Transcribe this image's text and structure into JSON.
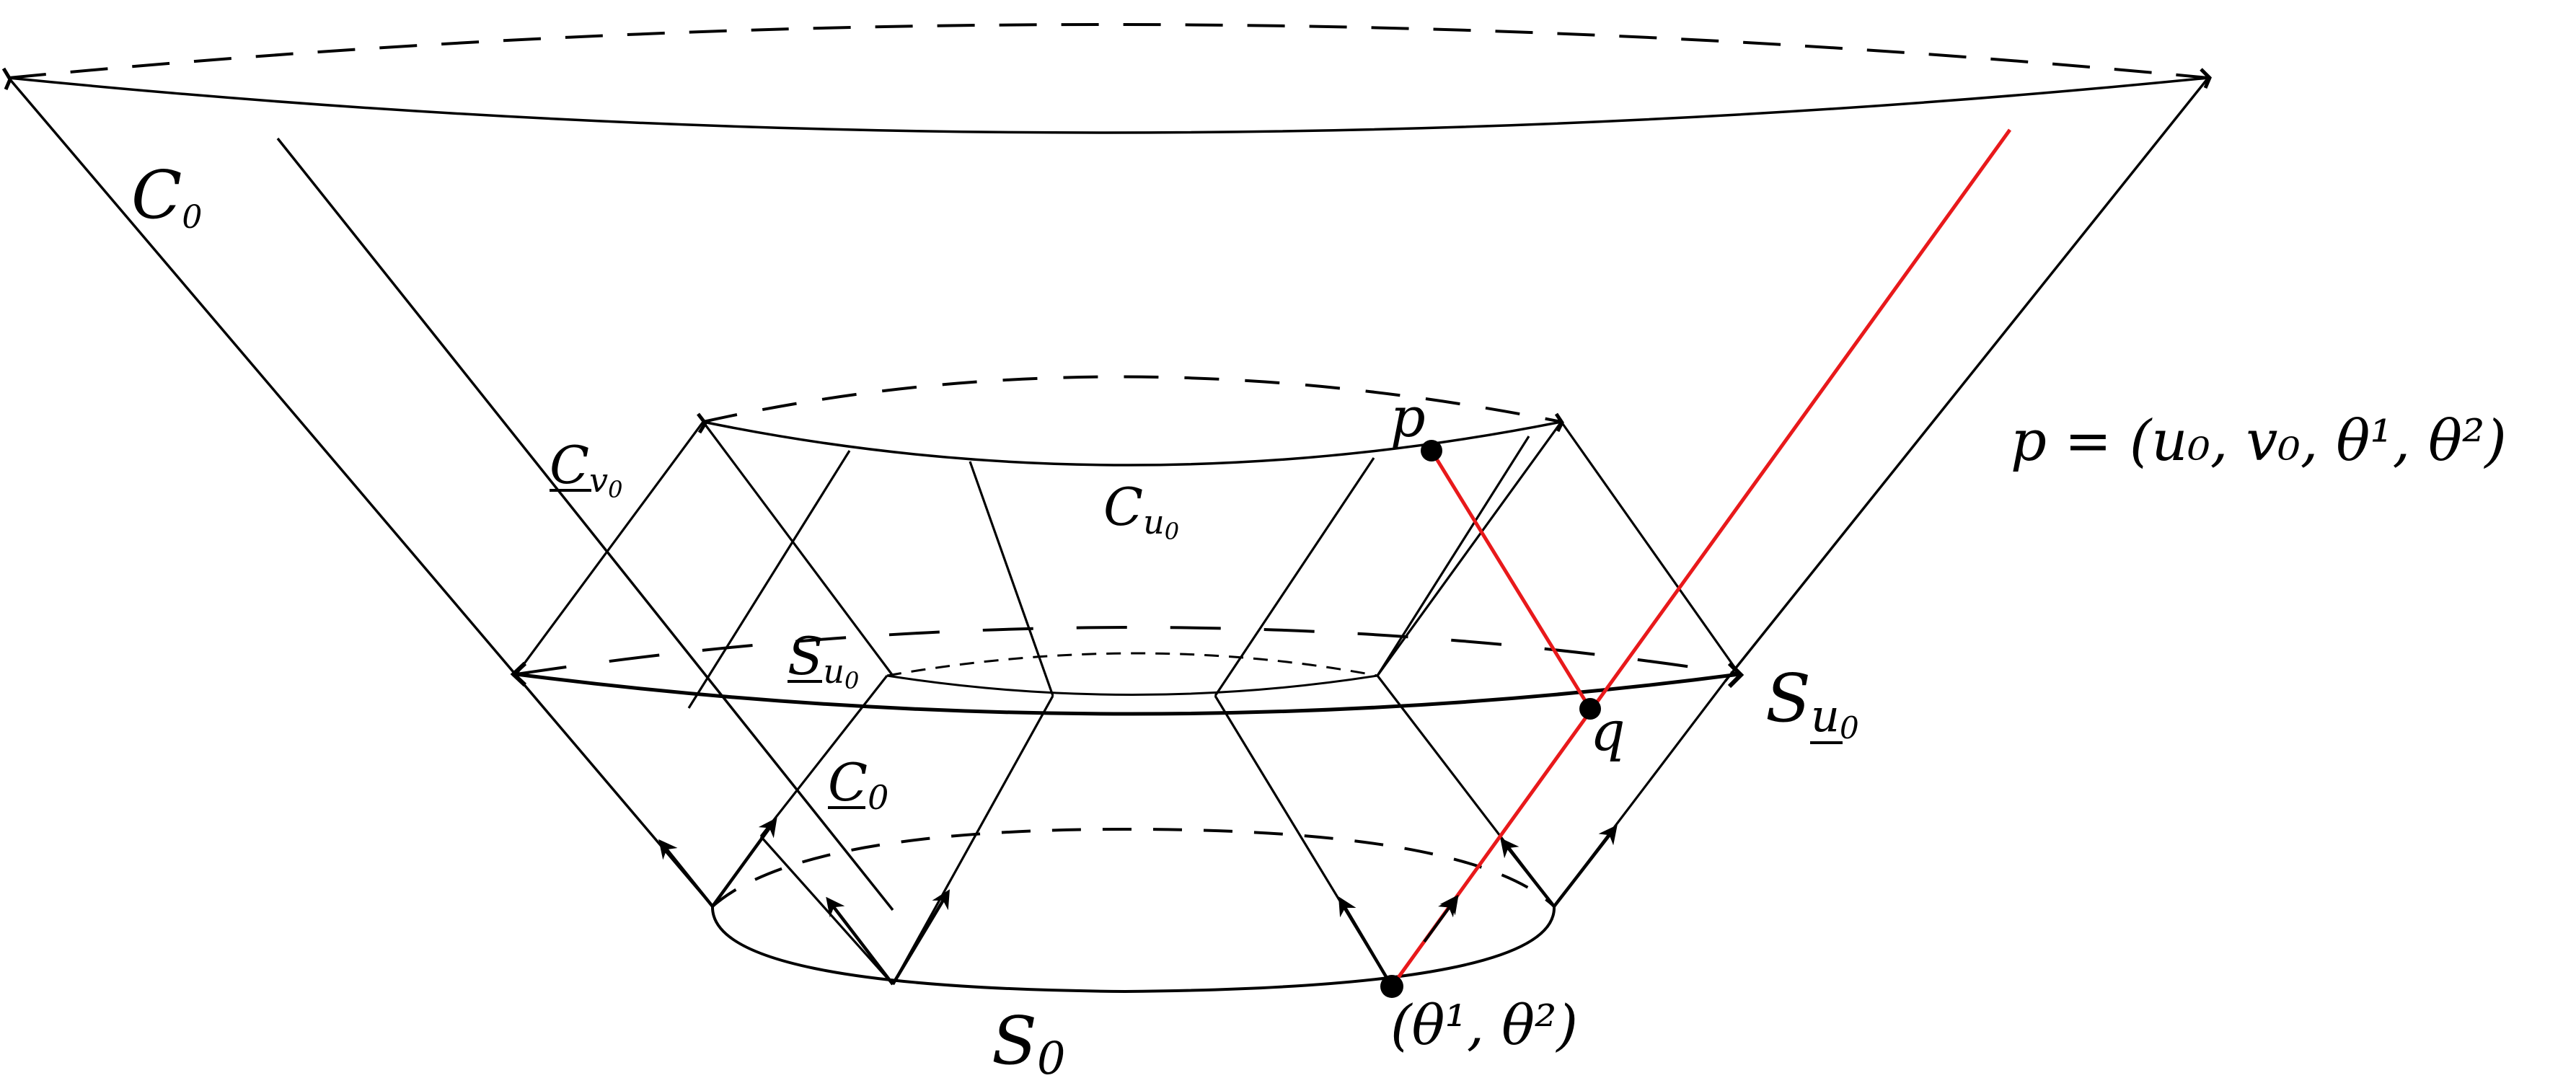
{
  "labels": {
    "C0": {
      "main": "C",
      "sub": "0"
    },
    "Cv0": {
      "main": "C",
      "sub": "v",
      "subsub": "0"
    },
    "Cu0": {
      "main": "C",
      "sub": "u",
      "subsub": "0"
    },
    "Su0_inner": {
      "main": "S",
      "sub": "u",
      "subsub": "0"
    },
    "C0_under": {
      "main": "C",
      "sub": "0"
    },
    "S0": {
      "main": "S",
      "sub": "0"
    },
    "Su0_outer": {
      "main": "S",
      "sub": "u",
      "subsub": "0"
    },
    "p": "p",
    "q": "q",
    "p_coords": "p = (u₀, v₀, θ¹, θ²)",
    "theta": "(θ¹, θ²)"
  },
  "colors": {
    "ink": "#000000",
    "highlight": "#e8191b"
  }
}
